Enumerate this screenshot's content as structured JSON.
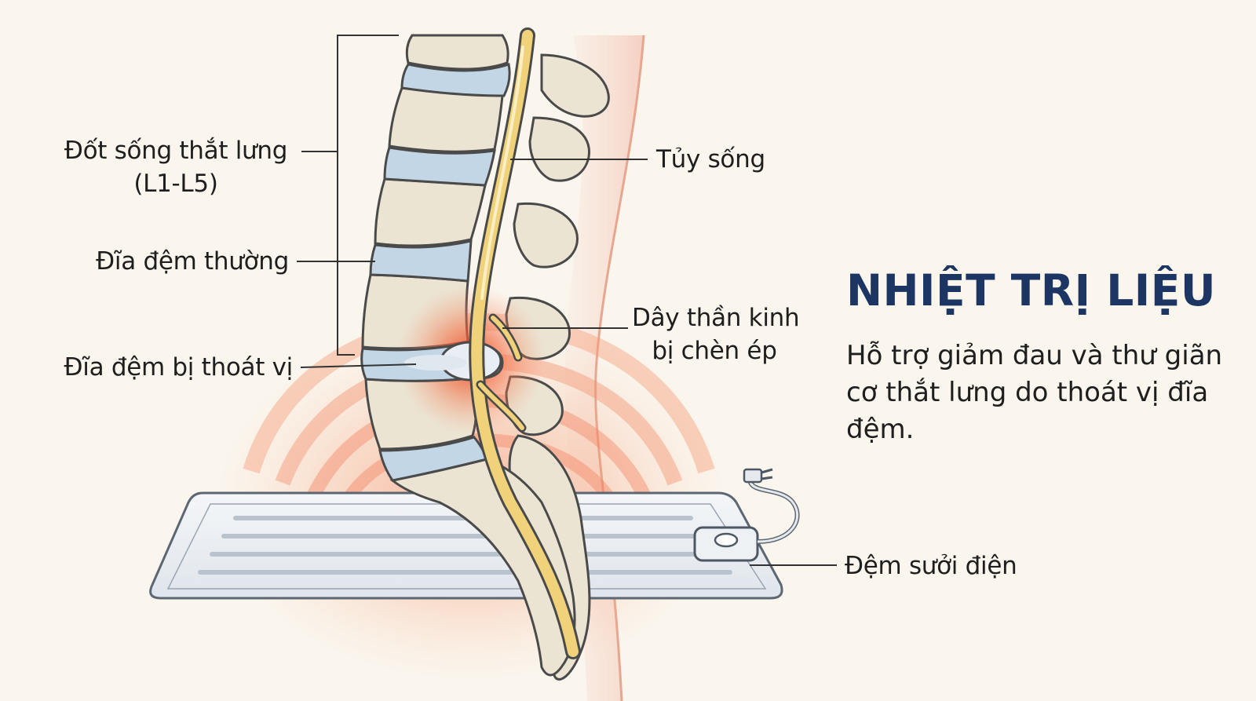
{
  "title": "NHIỆT TRỊ LIỆU",
  "description": "Hỗ trợ giảm đau và thư giãn cơ thắt lưng do thoát vị đĩa đệm.",
  "labels": {
    "lumbar_vertebrae_line1": "Đốt sống thắt lưng",
    "lumbar_vertebrae_line2": "(L1-L5)",
    "normal_disc": "Đĩa đệm thường",
    "herniated_disc": "Đĩa đệm bị thoát vị",
    "spinal_cord": "Tủy sống",
    "compressed_nerve_line1": "Dây thần kinh",
    "compressed_nerve_line2": "bị chèn ép",
    "heating_pad": "Đệm sưởi điện"
  },
  "colors": {
    "background": "#faf6ee",
    "title": "#1c3562",
    "bone": "#ebe4d2",
    "disc": "#c3d6e6",
    "nerve": "#efd27a",
    "inflammation": "#f0562f",
    "heat": "#f47a55",
    "skin": "#f0b8a8"
  }
}
